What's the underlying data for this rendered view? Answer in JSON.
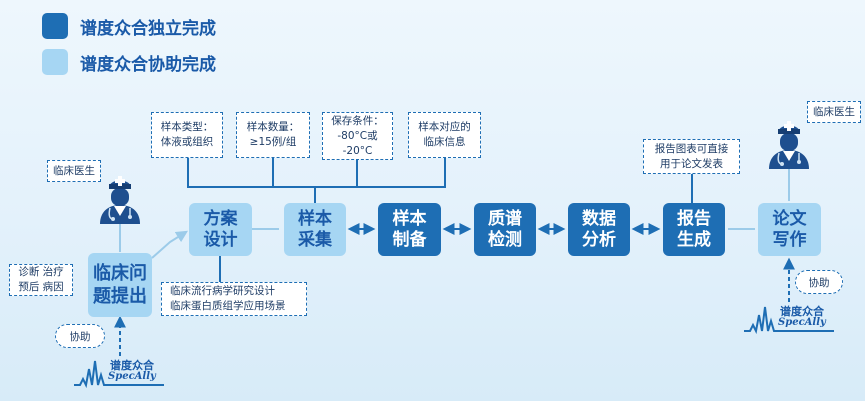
{
  "legend": [
    {
      "label": "谱度众合独立完成",
      "color": "#1e6eb4"
    },
    {
      "label": "谱度众合协助完成",
      "color": "#a6d6f3"
    }
  ],
  "steps": [
    {
      "id": "clinical-question",
      "label": "临床问\n题提出",
      "style": "light"
    },
    {
      "id": "design",
      "label": "方案\n设计",
      "style": "light"
    },
    {
      "id": "sampling",
      "label": "样本\n采集",
      "style": "light"
    },
    {
      "id": "preparation",
      "label": "样本\n制备",
      "style": "dark"
    },
    {
      "id": "ms-detection",
      "label": "质谱\n检测",
      "style": "dark"
    },
    {
      "id": "analysis",
      "label": "数据\n分析",
      "style": "dark"
    },
    {
      "id": "report",
      "label": "报告\n生成",
      "style": "dark"
    },
    {
      "id": "writing",
      "label": "论文\n写作",
      "style": "light"
    }
  ],
  "sample_notes": [
    "样本类型：\n体液或组织",
    "样本数量：\n≥15例/组",
    "保存条件：\n-80°C或\n-20°C",
    "样本对应的\n临床信息"
  ],
  "design_note": "临床流行病学研究设计\n临床蛋白质组学应用场景",
  "report_note": "报告图表可直接\n用于论文发表",
  "left_doctor_label": "临床医生",
  "right_doctor_label": "临床医生",
  "clinical_tags": "诊断  治疗\n预后  病因",
  "assist_label_left": "协助",
  "assist_label_right": "协助",
  "brand": {
    "cn": "谱度众合",
    "en": "SpecAlly"
  },
  "icons": {
    "doctor": "doctor-icon",
    "logo": "specally-logo"
  }
}
